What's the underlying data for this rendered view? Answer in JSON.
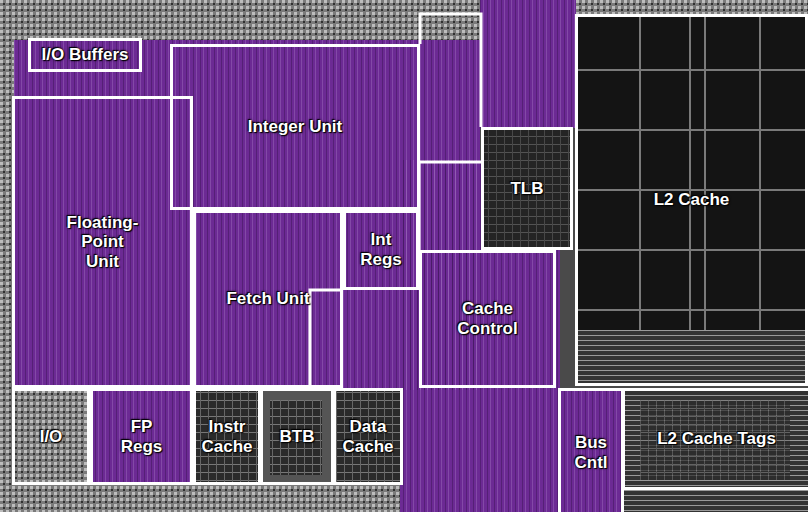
{
  "diagram": {
    "nodes": [
      {
        "text": [
          "I/O Buffers"
        ]
      },
      {
        "text": [
          "Integer Unit"
        ]
      },
      {
        "text": [
          "TLB"
        ]
      },
      {
        "text": [
          "L2 Cache"
        ]
      },
      {
        "text": [
          "Floating-Point Unit"
        ]
      },
      {
        "text": [
          "Fetch Unit"
        ]
      },
      {
        "text": [
          "Int Regs"
        ]
      },
      {
        "text": [
          "Cache Control"
        ]
      },
      {
        "text": [
          "I/O"
        ]
      },
      {
        "text": [
          "FP Regs"
        ]
      },
      {
        "text": [
          "Instr Cache"
        ]
      },
      {
        "text": [
          "BTB"
        ]
      },
      {
        "text": [
          "Data Cache"
        ]
      },
      {
        "text": [
          "Bus Cntl"
        ]
      },
      {
        "text": [
          "L2 Cache Tags"
        ]
      }
    ]
  }
}
